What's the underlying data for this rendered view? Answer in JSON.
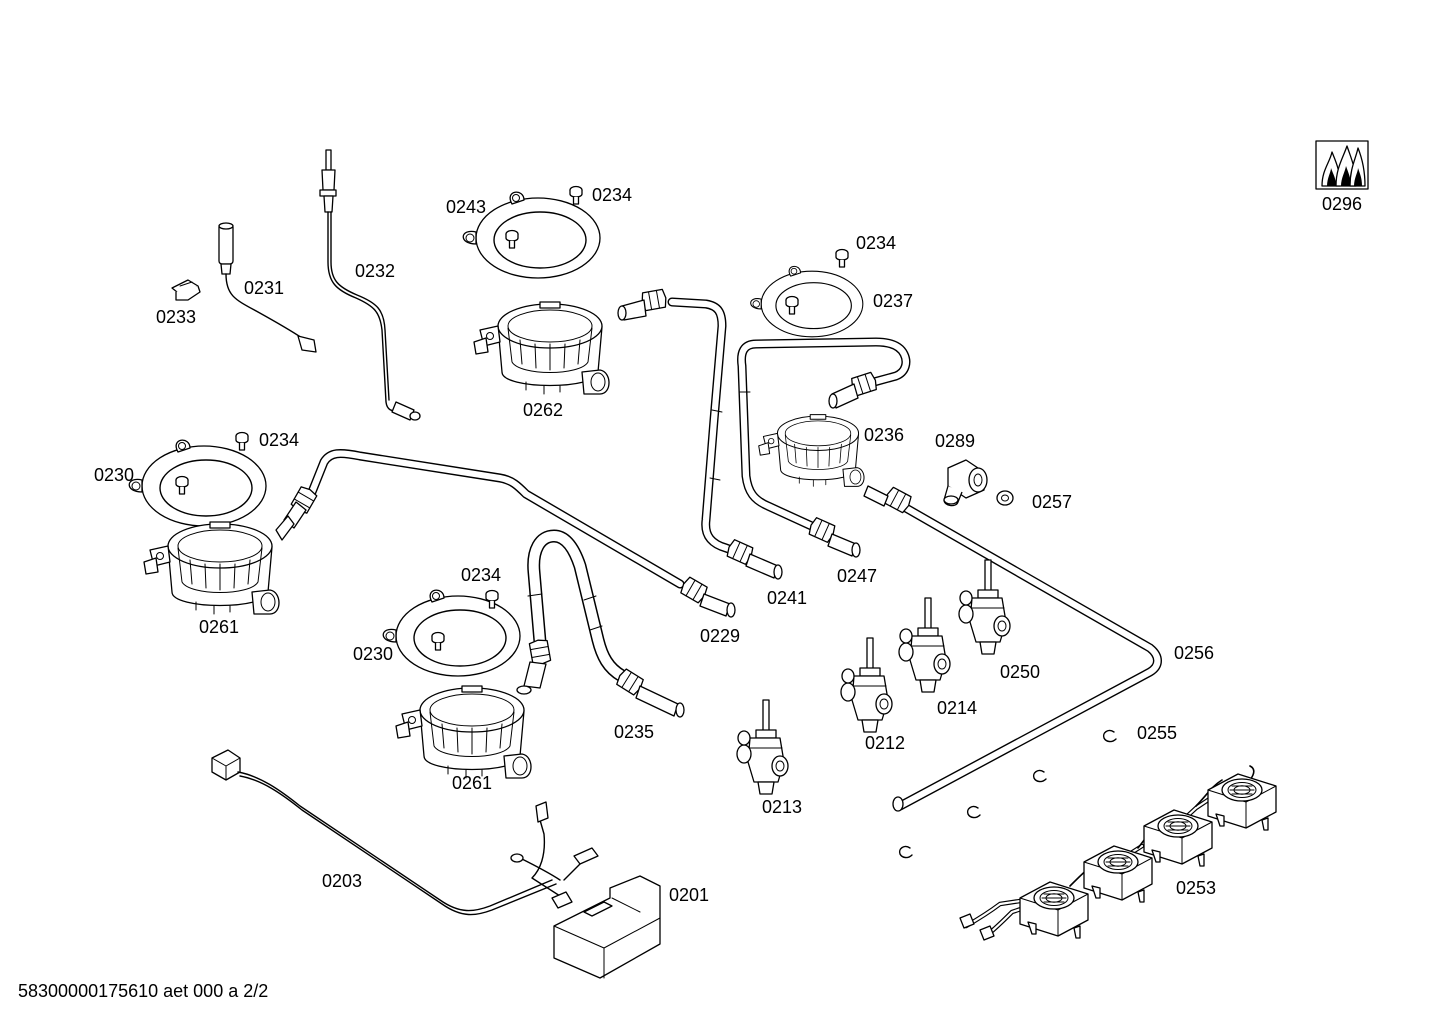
{
  "footer": "58300000175610 aet 000 a 2/2",
  "parts": [
    {
      "id": "0296"
    },
    {
      "id": "0243"
    },
    {
      "id": "0234"
    },
    {
      "id": "0232"
    },
    {
      "id": "0231"
    },
    {
      "id": "0233"
    },
    {
      "id": "0262"
    },
    {
      "id": "0234"
    },
    {
      "id": "0237"
    },
    {
      "id": "0236"
    },
    {
      "id": "0289"
    },
    {
      "id": "0257"
    },
    {
      "id": "0234"
    },
    {
      "id": "0230"
    },
    {
      "id": "0261"
    },
    {
      "id": "0241"
    },
    {
      "id": "0247"
    },
    {
      "id": "0229"
    },
    {
      "id": "0234"
    },
    {
      "id": "0230"
    },
    {
      "id": "0235"
    },
    {
      "id": "0261"
    },
    {
      "id": "0250"
    },
    {
      "id": "0256"
    },
    {
      "id": "0214"
    },
    {
      "id": "0212"
    },
    {
      "id": "0255"
    },
    {
      "id": "0213"
    },
    {
      "id": "0203"
    },
    {
      "id": "0201"
    },
    {
      "id": "0253"
    }
  ]
}
